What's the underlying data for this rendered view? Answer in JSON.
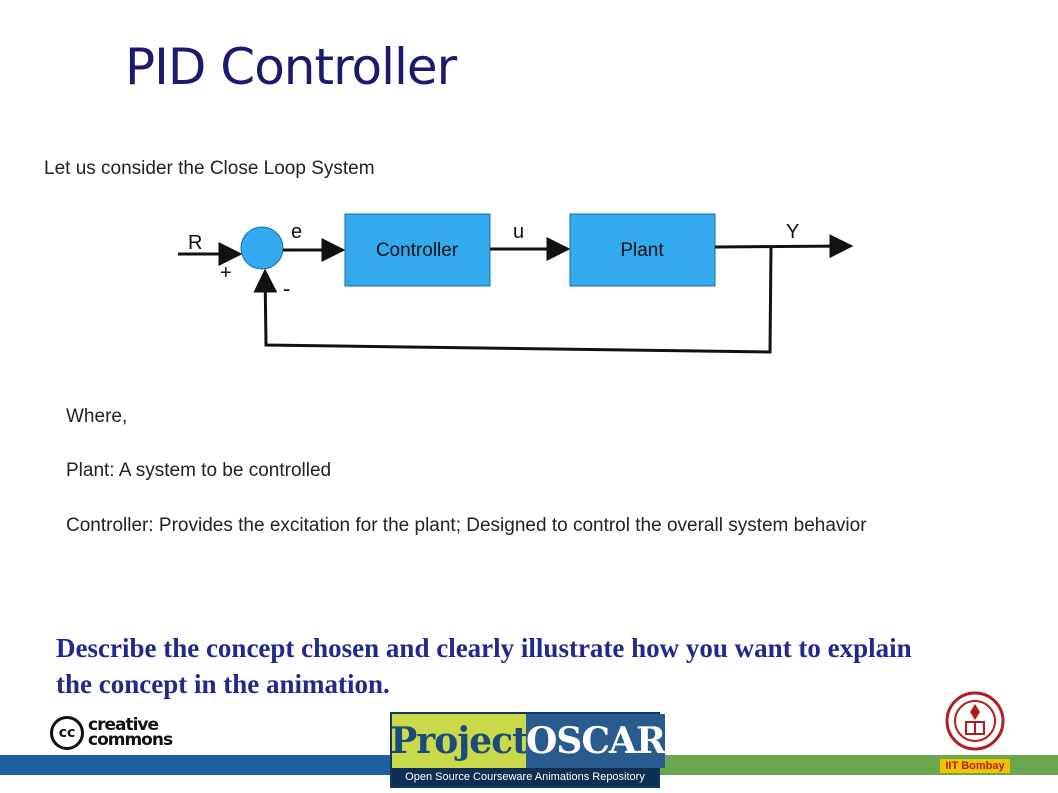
{
  "slide": {
    "title": "PID Controller",
    "intro": "Let us consider the Close Loop System",
    "where": "Where,",
    "plant_def": "Plant: A system to be controlled",
    "controller_def": "Controller: Provides the excitation for the plant; Designed to control the overall system behavior",
    "describe": "Describe the concept chosen and clearly illustrate how you want to explain the concept in the animation."
  },
  "diagram": {
    "input_label": "R",
    "error_label": "e",
    "control_label": "u",
    "output_label": "Y",
    "plus_sign": "+",
    "minus_sign": "-",
    "controller_block": "Controller",
    "plant_block": "Plant"
  },
  "footer": {
    "cc_symbol": "cc",
    "cc_line1": "creative",
    "cc_line2": "commons",
    "oscar_word1": "Project",
    "oscar_word2": "OSCAR",
    "oscar_subtitle": "Open Source Courseware Animations Repository",
    "iit_label": "IIT Bombay"
  },
  "colors": {
    "block_fill": "#33aaee",
    "title_color": "#1a1a6e",
    "describe_color": "#1f2a8c"
  }
}
